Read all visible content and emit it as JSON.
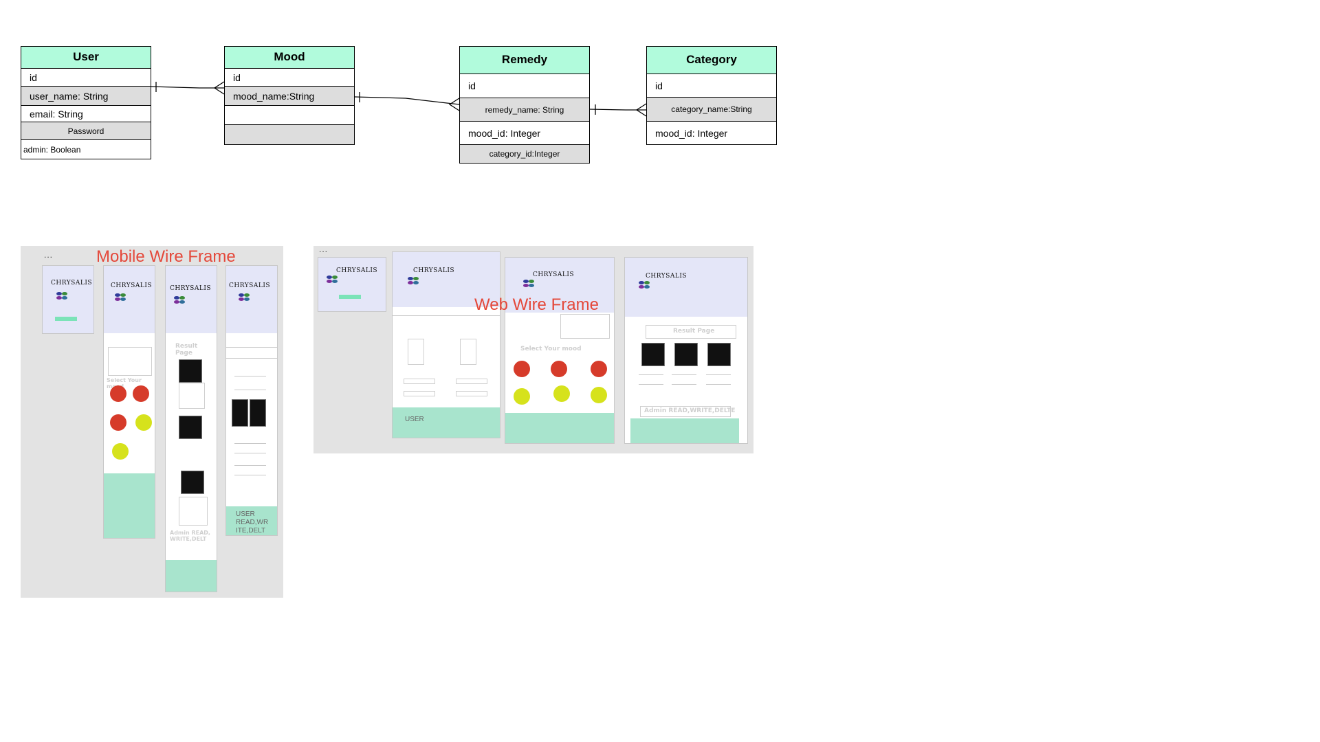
{
  "er": {
    "user": {
      "title": "User",
      "fields": [
        "id",
        "user_name: String",
        "email: String",
        "Password",
        "admin: Boolean"
      ]
    },
    "mood": {
      "title": "Mood",
      "fields": [
        "id",
        "mood_name:String",
        "",
        ""
      ]
    },
    "remedy": {
      "title": "Remedy",
      "fields": [
        "id",
        "remedy_name: String",
        "mood_id: Integer",
        "category_id:Integer"
      ]
    },
    "category": {
      "title": "Category",
      "fields": [
        "id",
        "category_name:String",
        "mood_id: Integer"
      ]
    }
  },
  "wireframes": {
    "mobile": {
      "label": "Mobile Wire Frame",
      "menu": "...",
      "logo": "CHRYSALIS",
      "select_mood": "Select Your mood",
      "result_page": "Result Page",
      "admin_text": "Admin READ, WRITE,DELT",
      "user_text": "USER READ,WR ITE,DELT"
    },
    "web": {
      "label": "Web Wire Frame",
      "menu": "...",
      "logo": "CHRYSALIS",
      "user": "USER",
      "select_mood": "Select Your mood",
      "result_page": "Result Page",
      "admin_text": "Admin READ,WRITE,DELTE"
    }
  },
  "colors": {
    "table_header": "#b1fbdc",
    "gray_row": "#dddddd",
    "footer": "#a8e4cd",
    "label_red": "#e4483a",
    "mood_red": "#d63b2a",
    "mood_yellow": "#d6e21c"
  }
}
